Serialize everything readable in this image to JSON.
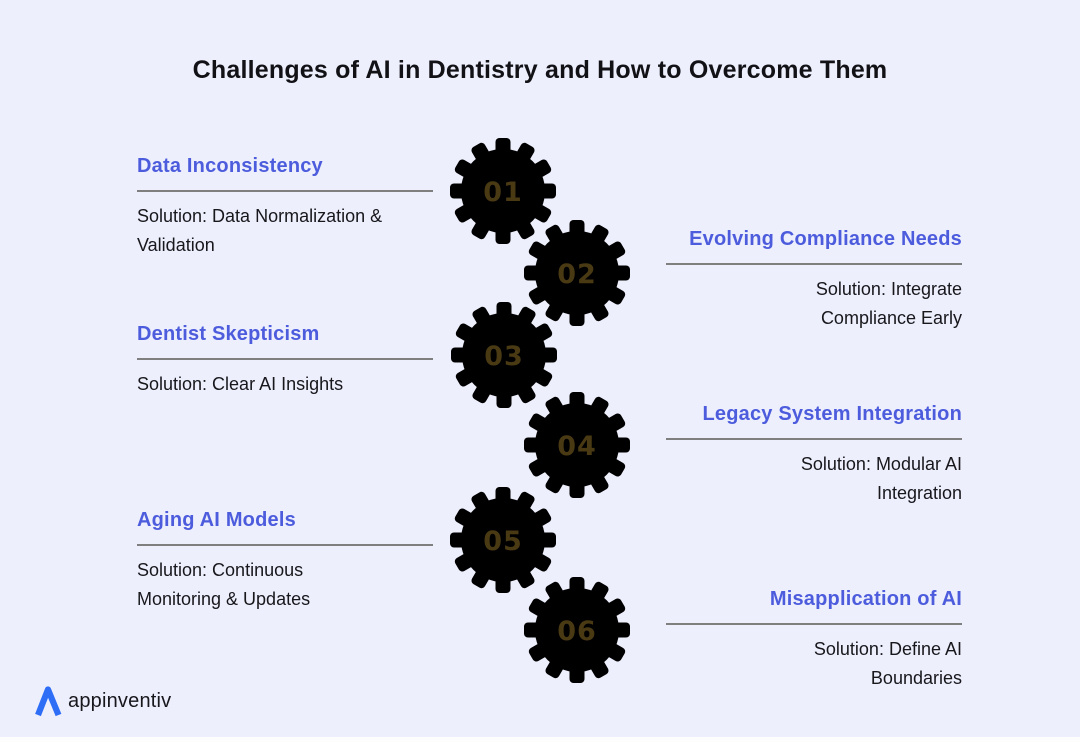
{
  "title": "Challenges of AI in Dentistry and How to Overcome Them",
  "brand": {
    "logo_text": "appinventiv"
  },
  "colors": {
    "background": "#edeffc",
    "heading_blue": "#4c5cdd",
    "gear_blue": "#4b58d6",
    "number_brown": "#4a3a14",
    "divider_gray": "#7f7f7f",
    "text_dark": "#17171c",
    "title_dark": "#111116",
    "logo_blue": "#2e6df5",
    "gear_center_white": "#ffffff"
  },
  "items": [
    {
      "number": "01",
      "side": "left",
      "title": "Data Inconsistency",
      "solution_lines": [
        "Solution: Data Normalization &",
        "Validation"
      ]
    },
    {
      "number": "02",
      "side": "right",
      "title": "Evolving Compliance Needs",
      "solution_lines": [
        "Solution: Integrate",
        "Compliance Early"
      ]
    },
    {
      "number": "03",
      "side": "left",
      "title": "Dentist Skepticism",
      "solution_lines": [
        "Solution: Clear AI Insights"
      ]
    },
    {
      "number": "04",
      "side": "right",
      "title": "Legacy System Integration",
      "solution_lines": [
        "Solution: Modular AI",
        "Integration"
      ]
    },
    {
      "number": "05",
      "side": "left",
      "title": "Aging AI Models",
      "solution_lines": [
        "Solution: Continuous",
        "Monitoring & Updates"
      ]
    },
    {
      "number": "06",
      "side": "right",
      "title": "Misapplication of AI",
      "solution_lines": [
        "Solution: Define AI",
        "Boundaries"
      ]
    }
  ]
}
